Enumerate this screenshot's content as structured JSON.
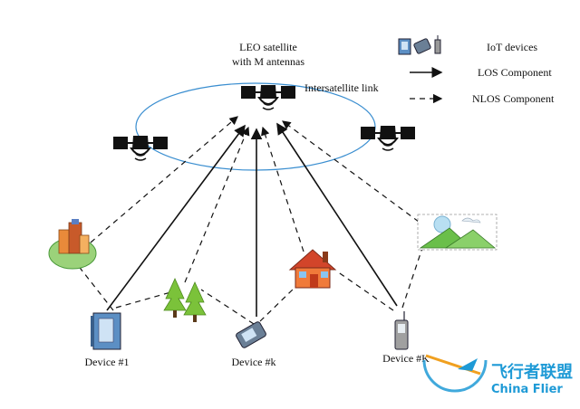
{
  "satellite_label_line1": "LEO satellite",
  "satellite_label_line2": "with M antennas",
  "intersatellite_label": "Intersatellite link",
  "legend": {
    "iot": "IoT devices",
    "los": "LOS Component",
    "nlos": "NLOS Component"
  },
  "devices": {
    "device1": "Device #1",
    "devicek": "Device #k",
    "deviceK": "Device #K"
  },
  "watermark": {
    "cn": "飞行者联盟",
    "en": "China Flier",
    "color": "#1e9ad6",
    "accent": "#f0a020"
  }
}
